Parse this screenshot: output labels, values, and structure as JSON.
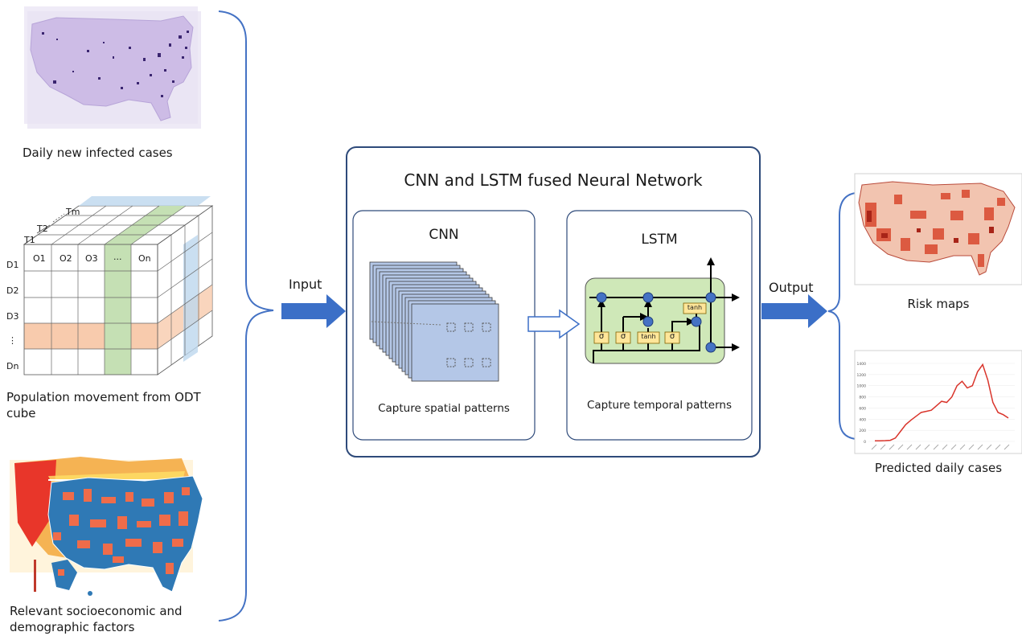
{
  "inputs": {
    "cases_caption": "Daily new infected cases",
    "odt_caption": "Population movement from ODT cube",
    "socio_caption": "Relevant socioeconomic and demographic factors",
    "cube": {
      "time_labels": [
        "T1",
        "T2",
        "Tm"
      ],
      "origin_labels": [
        "O1",
        "O2",
        "O3",
        "...",
        "On"
      ],
      "dest_labels": [
        "D1",
        "D2",
        "D3",
        "⋮",
        "Dn"
      ]
    }
  },
  "arrows": {
    "input_label": "Input",
    "output_label": "Output"
  },
  "model": {
    "title": "CNN and LSTM fused Neural Network",
    "cnn": {
      "title": "CNN",
      "caption": "Capture spatial patterns"
    },
    "lstm": {
      "title": "LSTM",
      "caption": "Capture temporal patterns",
      "gates": [
        "σ",
        "σ",
        "tanh",
        "σ"
      ],
      "cell_activation": "tanh"
    }
  },
  "outputs": {
    "risk_caption": "Risk maps",
    "predicted_caption": "Predicted daily cases"
  },
  "chart_data": {
    "type": "line",
    "y_ticks": [
      "1400",
      "1200",
      "1000",
      "800",
      "600",
      "400",
      "200",
      "0"
    ],
    "ylim": [
      0,
      1400
    ],
    "values": [
      10,
      12,
      15,
      20,
      60,
      180,
      300,
      380,
      450,
      520,
      540,
      560,
      640,
      720,
      700,
      800,
      1000,
      1080,
      960,
      1000,
      1250,
      1380,
      1100,
      700,
      520,
      480,
      420
    ],
    "color": "#d9342b"
  },
  "colors": {
    "accent": "#4472c4",
    "arrow": "#3b6fc7",
    "frame": "#2e4a7a",
    "cnn_fill": "#b4c7e7",
    "lstm_fill": "#cfe8b8",
    "orange_band": "#f8cbad",
    "green_band": "#c5e0b4",
    "blue_band": "#bdd7ee"
  }
}
